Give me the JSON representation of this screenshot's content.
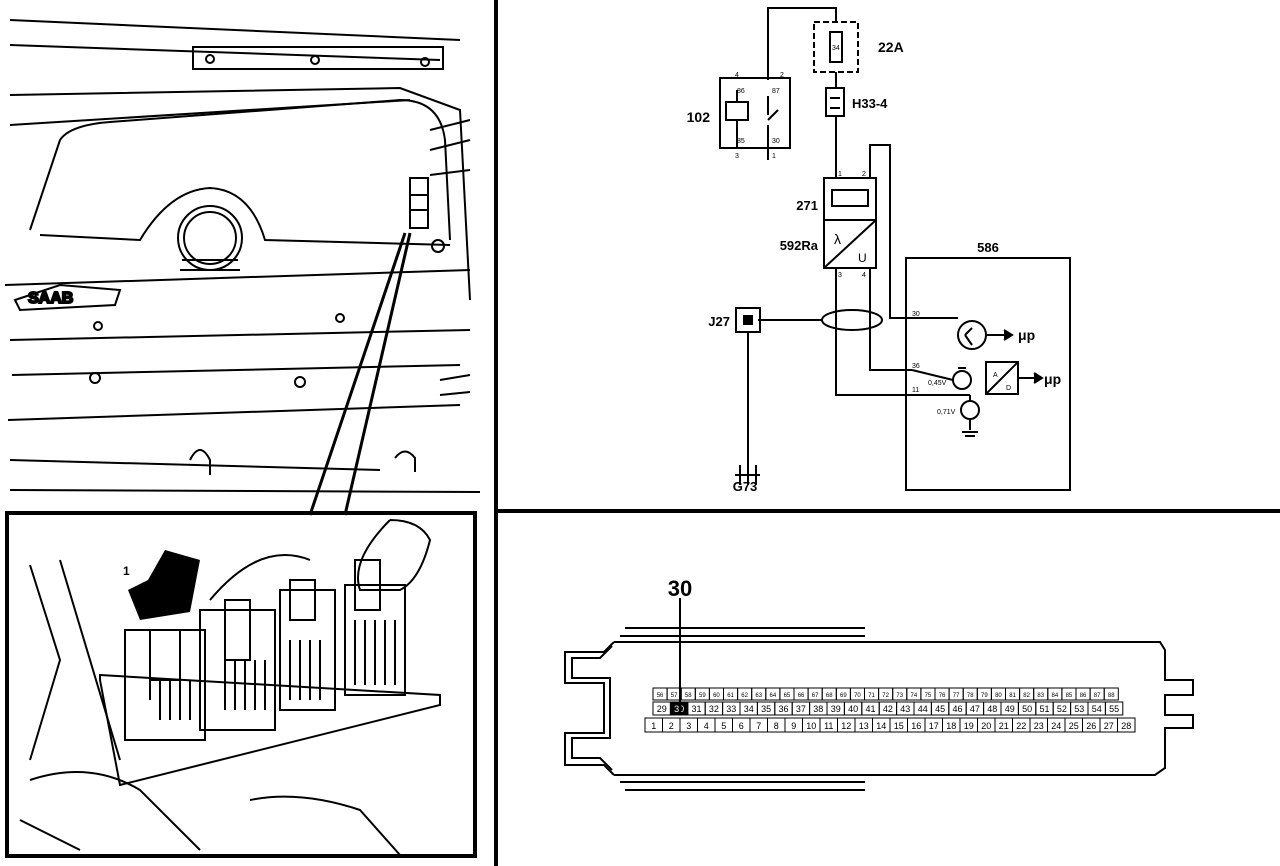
{
  "labels": {
    "relay": "102",
    "fuse": "22A",
    "fuse_inner": "34",
    "connector_h": "H33-4",
    "heater": "271",
    "sensor": "592Ra",
    "ecu": "586",
    "junction": "J27",
    "ground": "G73",
    "lambda_symbol": "λ",
    "u_symbol": "U",
    "mu_p_1": "μp",
    "mu_p_2": "μp",
    "volt_045": "0,45V",
    "volt_071": "0,71V",
    "ad_a": "A",
    "ad_d": "D",
    "pin_30": "30",
    "pin_36": "36",
    "pin_11": "11",
    "relay_pins": [
      "4",
      "2",
      "87",
      "86",
      "85",
      "30",
      "3",
      "1"
    ],
    "sensor_pins": [
      "1",
      "2",
      "3",
      "4"
    ],
    "connector_callout": "30",
    "arrow_callout": "1"
  },
  "connector_rows": {
    "top": [
      "56",
      "57",
      "58",
      "59",
      "60",
      "61",
      "62",
      "63",
      "64",
      "65",
      "66",
      "67",
      "68",
      "69",
      "70",
      "71",
      "72",
      "73",
      "74",
      "75",
      "76",
      "77",
      "78",
      "79",
      "80",
      "81",
      "82",
      "83",
      "84",
      "85",
      "86",
      "87",
      "88"
    ],
    "middle": [
      "29",
      "30",
      "31",
      "32",
      "33",
      "34",
      "35",
      "36",
      "37",
      "38",
      "39",
      "40",
      "41",
      "42",
      "43",
      "44",
      "45",
      "46",
      "47",
      "48",
      "49",
      "50",
      "51",
      "52",
      "53",
      "54",
      "55"
    ],
    "bottom": [
      "1",
      "2",
      "3",
      "4",
      "5",
      "6",
      "7",
      "8",
      "9",
      "10",
      "11",
      "12",
      "13",
      "14",
      "15",
      "16",
      "17",
      "18",
      "19",
      "20",
      "21",
      "22",
      "23",
      "24",
      "25",
      "26",
      "27",
      "28"
    ]
  }
}
